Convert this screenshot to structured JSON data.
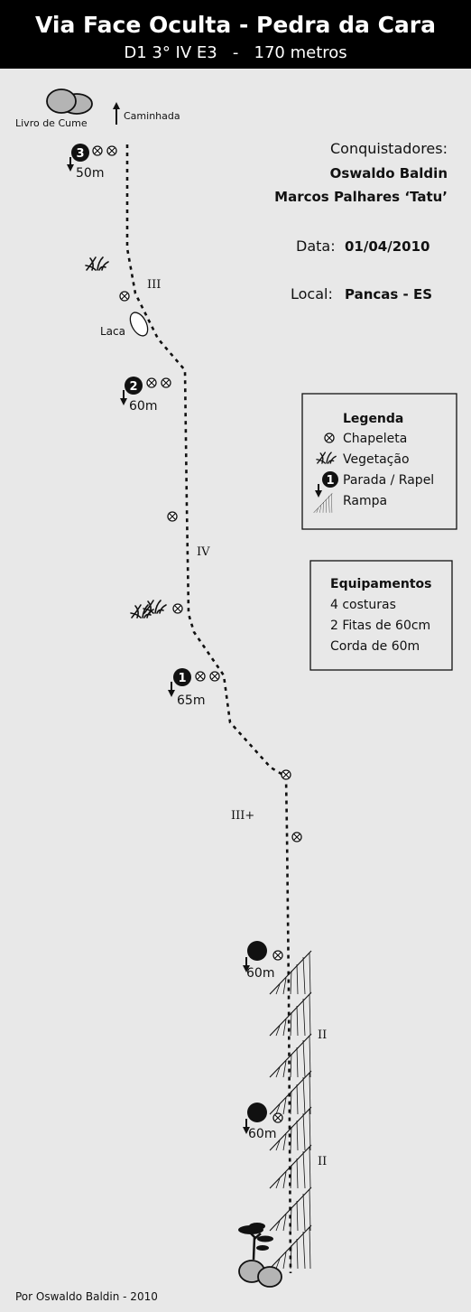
{
  "header": {
    "title": "Via Face Oculta - Pedra da Cara",
    "subtitle": "D1 3° IV E3   -   170 metros"
  },
  "info": {
    "conquistadores_label": "Conquistadores:",
    "climber_1": "Oswaldo Baldin",
    "climber_2": "Marcos Palhares ‘Tatu’",
    "data_label": "Data:",
    "data_value": "01/04/2010",
    "local_label": "Local:",
    "local_value": "Pancas - ES"
  },
  "legend": {
    "title": "Legenda",
    "items": [
      "Chapeleta",
      "Vegetação",
      "Parada / Rapel",
      "Rampa"
    ],
    "anchor_number": "1"
  },
  "equipment": {
    "title": "Equipamentos",
    "items": [
      "4 costuras",
      "2 Fitas de 60cm",
      "Corda de 60m"
    ]
  },
  "topo": {
    "summit_label": "Livro de Cume",
    "walk_label": "Caminhada",
    "flake_label": "Laca",
    "anchors": [
      {
        "number": "3",
        "distance": "50m"
      },
      {
        "number": "2",
        "distance": "60m"
      },
      {
        "number": "1",
        "distance": "65m"
      },
      {
        "number": "",
        "distance": "60m"
      },
      {
        "number": "",
        "distance": "60m"
      }
    ],
    "grades": [
      "III",
      "IV",
      "III+",
      "II",
      "II"
    ]
  },
  "footer": {
    "credit": "Por Oswaldo Baldin - 2010"
  },
  "colors": {
    "header_bg": "#000000",
    "page_bg": "#e8e8e8",
    "ink": "#111111",
    "rock": "#b4b4b4"
  }
}
